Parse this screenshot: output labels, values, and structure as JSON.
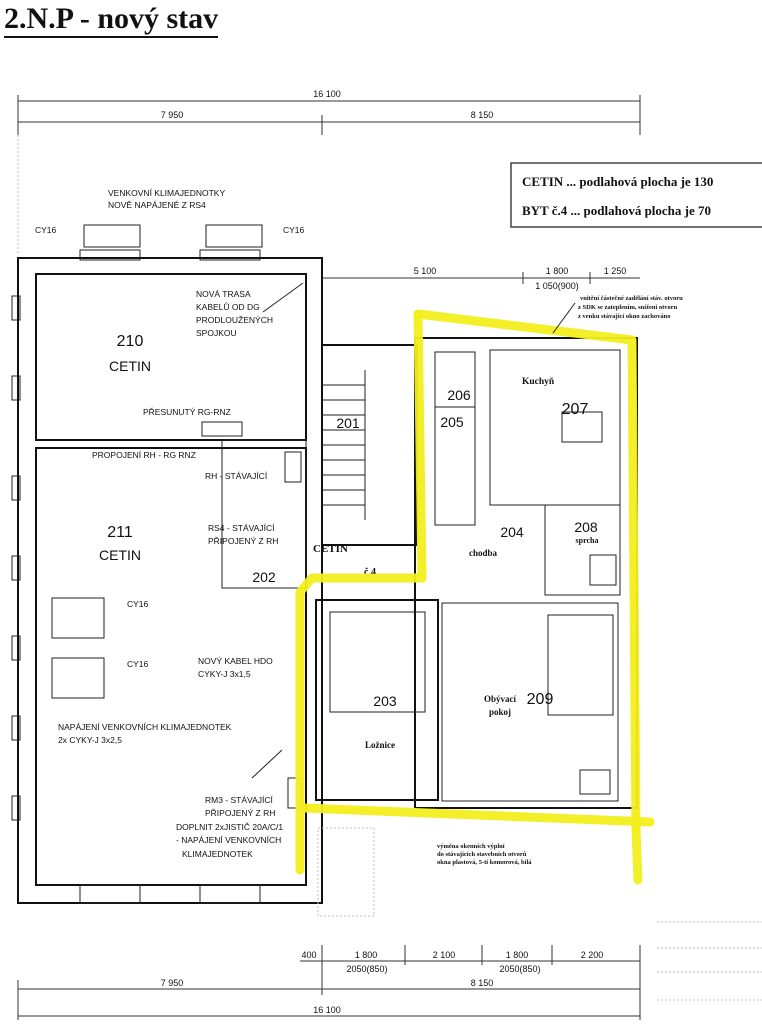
{
  "title": "2.N.P - nový stav",
  "dimensions": {
    "top_total": "16 100",
    "top_left": "7 950",
    "top_right": "8 150",
    "top_5100": "5 100",
    "top_1800": "1 800",
    "top_1250": "1 250",
    "top_window": "1 050(900)",
    "bottom_400": "400",
    "bottom_1800a": "1 800",
    "bottom_2100": "2 100",
    "bottom_1800b": "1 800",
    "bottom_2200": "2 200",
    "bottom_window_a": "2050(850)",
    "bottom_window_b": "2050(850)",
    "bottom_left": "7 950",
    "bottom_right": "8 150",
    "bottom_total": "16 100"
  },
  "legend": {
    "row1": "CETIN  ... podlahová plocha  je 130",
    "row2": "BYT č.4  ... podlahová plocha  je  70"
  },
  "rooms": {
    "r210_num": "210",
    "r210_name": "CETIN",
    "r211_num": "211",
    "r211_name": "CETIN",
    "r201": "201",
    "r202": "202",
    "r203": "203",
    "r204": "204",
    "r205": "205",
    "r206": "206",
    "r207": "207",
    "r208": "208",
    "r209": "209",
    "kitchen": "Kuchyň",
    "corridor": "chodba",
    "shower": "sprcha",
    "living": "Obývací",
    "living2": "pokoj",
    "bedroom": "Ložnice",
    "cetin_label": "CETIN",
    "c4_label": "č.4"
  },
  "notes": {
    "ac_units_1": "VENKOVNÍ KLIMAJEDNOTKY",
    "ac_units_2": "NOVĚ NAPÁJENÉ Z RS4",
    "cy16_a": "CY16",
    "cy16_b": "CY16",
    "cy16_c": "CY16",
    "cy16_d": "CY16",
    "route_1": "NOVÁ TRASA",
    "route_2": "KABELŮ OD DG",
    "route_3": "PRODLOUŽENÝCH",
    "route_4": "SPOJKOU",
    "moved_rg": "PŘESUNUTÝ RG-RNZ",
    "interconnect": "PROPOJENÍ RH - RG RNZ",
    "rh_existing": "RH - STÁVAJÍCÍ",
    "rs4_1": "RS4 - STÁVAJÍCÍ",
    "rs4_2": "PŘIPOJENÝ Z RH",
    "hdo_1": "NOVÝ KABEL HDO",
    "hdo_2": "CYKY-J 3x1,5",
    "power_1": "NAPÁJENÍ VENKOVNÍCH KLIMAJEDNOTEK",
    "power_2": "2x CYKY-J 3x2,5",
    "rm3_1": "RM3 - STÁVAJÍCÍ",
    "rm3_2": "PŘIPOJENÝ Z RH",
    "rm3_3": "DOPLNIT 2xJISTIČ 20A/C/1",
    "rm3_4": "- NAPÁJENÍ VENKOVNÍCH",
    "rm3_5": "KLIMAJEDNOTEK",
    "opening_1": "vnitřní částečné zadělání stáv. otvoru",
    "opening_2": "z SDK se zateplením, snížení otvoru",
    "opening_3": "z venku stávající okno zachováno",
    "windows_1": "výměna okenních výplní",
    "windows_2": "do stávajících stavebních otvorů",
    "windows_3": "okna plastová, 5-ti komorová, bílá"
  },
  "colors": {
    "highlight": "#f2ee1e",
    "ink": "#111111"
  }
}
